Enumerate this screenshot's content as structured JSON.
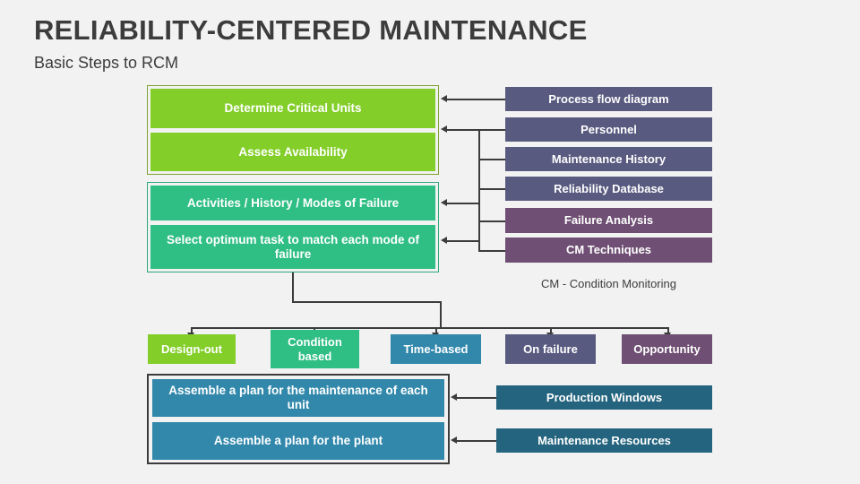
{
  "slide": {
    "title": "RELIABILITY-CENTERED MAINTENANCE",
    "subtitle": "Basic Steps to RCM",
    "background_color": "#F2F2F2",
    "text_color": "#3C3C3C"
  },
  "palette": {
    "green": "#83CE29",
    "teal": "#2FBE84",
    "slate": "#595A80",
    "plum": "#6F4F73",
    "blue": "#3288AB",
    "dark_blue": "#24647E",
    "frame_green": "#7FA335",
    "frame_teal": "#2FA87A",
    "frame_dark": "#3C3C3C",
    "connector": "#3C3C3C"
  },
  "stage1": {
    "group_name": "critical-units-group",
    "steps": [
      {
        "label": "Determine Critical Units",
        "color": "green"
      },
      {
        "label": "Assess Availability",
        "color": "green"
      }
    ]
  },
  "stage2": {
    "group_name": "failure-analysis-group",
    "steps": [
      {
        "label": "Activities / History / Modes of Failure",
        "color": "teal"
      },
      {
        "label": "Select optimum task to match each mode of failure",
        "color": "teal"
      }
    ]
  },
  "inputs": {
    "group_name": "information-inputs",
    "items": [
      {
        "label": "Process flow diagram",
        "color": "slate"
      },
      {
        "label": "Personnel",
        "color": "slate"
      },
      {
        "label": "Maintenance History",
        "color": "slate"
      },
      {
        "label": "Reliability Database",
        "color": "slate"
      },
      {
        "label": "Failure Analysis",
        "color": "plum"
      },
      {
        "label": "CM Techniques",
        "color": "plum"
      }
    ],
    "footnote": "CM - Condition Monitoring"
  },
  "strategies": {
    "group_name": "maintenance-strategies",
    "items": [
      {
        "label": "Design-out",
        "color": "green"
      },
      {
        "label": "Condition based",
        "color": "teal"
      },
      {
        "label": "Time-based",
        "color": "blue"
      },
      {
        "label": "On failure",
        "color": "slate"
      },
      {
        "label": "Opportunity",
        "color": "plum"
      }
    ]
  },
  "stage3": {
    "group_name": "planning-group",
    "steps": [
      {
        "label": "Assemble a plan for the maintenance of each unit",
        "color": "blue"
      },
      {
        "label": "Assemble a plan for the plant",
        "color": "blue"
      }
    ]
  },
  "resources": {
    "group_name": "planning-inputs",
    "items": [
      {
        "label": "Production Windows",
        "color": "dark_blue"
      },
      {
        "label": "Maintenance Resources",
        "color": "dark_blue"
      }
    ]
  }
}
